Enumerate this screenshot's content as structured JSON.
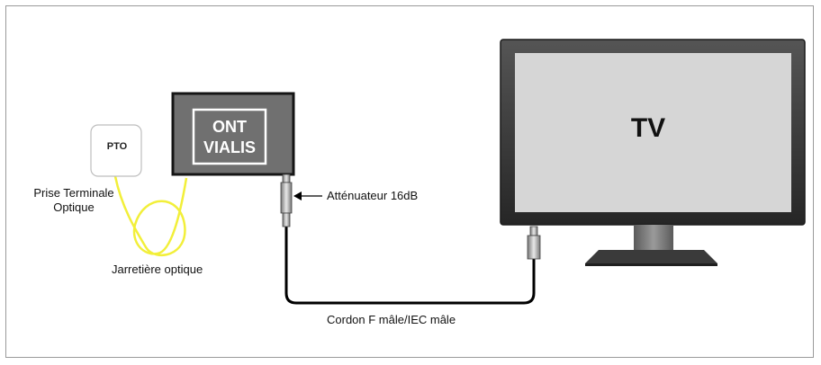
{
  "labels": {
    "pto": "PTO",
    "pto_caption_line1": "Prise Terminale",
    "pto_caption_line2": "Optique",
    "ont_line1": "ONT",
    "ont_line2": "VIALIS",
    "attenuator": "Atténuateur 16dB",
    "fiber": "Jarretière optique",
    "tv": "TV",
    "cable": "Cordon F mâle/IEC mâle"
  },
  "colors": {
    "fiber": "#f2ef3a",
    "ont_box": "#6f6f6f",
    "tv_frame": "#3a3a3a",
    "tv_screen": "#d6d6d6",
    "cable": "#000000"
  }
}
